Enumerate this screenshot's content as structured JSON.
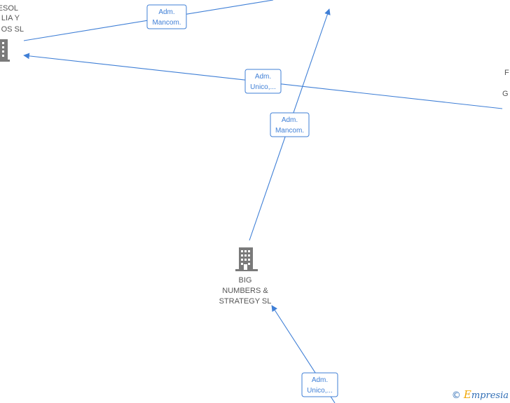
{
  "colors": {
    "edge": "#3f7fd6",
    "node_icon": "#7a7a7a",
    "node_text": "#555555",
    "watermark": "#2f6db5",
    "watermark_accent": "#f0a500"
  },
  "nodes": [
    {
      "id": "top-left",
      "label_lines": [
        "ESOL",
        "LIA Y",
        "OS  SL"
      ],
      "icon": "building-icon"
    },
    {
      "id": "big-numbers",
      "label_lines": [
        "BIG",
        "NUMBERS &",
        "STRATEGY  SL"
      ],
      "icon": "building-icon"
    },
    {
      "id": "right-partial",
      "label_lines": [
        "F",
        "G"
      ]
    }
  ],
  "edges": [
    {
      "id": "e1",
      "label_lines": [
        "Adm.",
        "Mancom."
      ]
    },
    {
      "id": "e2",
      "label_lines": [
        "Adm.",
        "Unico,..."
      ]
    },
    {
      "id": "e3",
      "label_lines": [
        "Adm.",
        "Mancom."
      ]
    },
    {
      "id": "e4",
      "label_lines": [
        "Adm.",
        "Unico,..."
      ]
    }
  ],
  "watermark": {
    "symbol": "©",
    "brand_initial": "E",
    "brand_rest": "mpresia"
  }
}
